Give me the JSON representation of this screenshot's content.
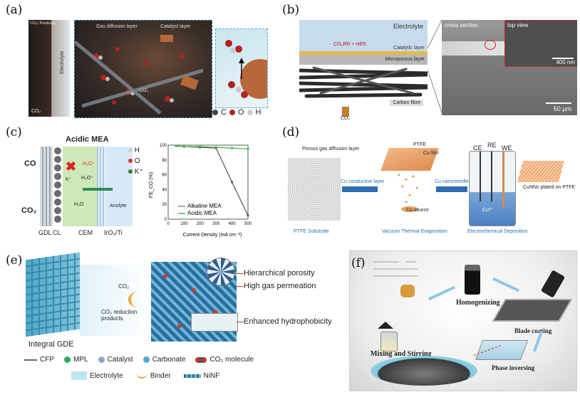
{
  "panels": {
    "a": {
      "label": "(a)",
      "co2_products": "CO₂/ Products",
      "electrolyte": "Electrolyte",
      "gas_diffusion_layer": "Gas diffusion layer",
      "catalyst_layer": "Catalyst layer",
      "co2_bottom": "CO₂",
      "co2_mid": "CO₂",
      "legend": [
        {
          "symbol": "C"
        },
        {
          "symbol": "O"
        },
        {
          "symbol": "H"
        }
      ]
    },
    "b": {
      "label": "(b)",
      "electrolyte": "Electrolyte",
      "reaction": "CO₂RR + HER",
      "catalytic_layer": "Catalytic layer",
      "microporous_layer": "Microporous layer",
      "carbon_fibre": "Carbon fibre",
      "co2": "CO₂",
      "cross_section": "cross section",
      "top_view": "top view",
      "scale_top": "400 nm",
      "scale_bottom": "50 μm"
    },
    "c": {
      "label": "(c)",
      "title": "Acidic MEA",
      "co": "CO",
      "co2": "CO₂",
      "k_plus": "K⁺",
      "h3o_plus_top": "H₃O⁺",
      "h3o_plus": "H₃O⁺",
      "h2o": "H₂O",
      "anolyte": "Anolyte",
      "gdl": "GDL",
      "cl": "CL",
      "cem": "CEM",
      "anode": "IrO₂/Ti",
      "legend_atoms": [
        {
          "symbol": "H"
        },
        {
          "symbol": "O"
        },
        {
          "symbol": "K⁺"
        }
      ]
    },
    "d": {
      "label": "(d)",
      "gdl": "Porous gas diffusion layer",
      "ptfe": "PTFE",
      "cu_film": "Cu film",
      "step1": "Cu conductive layer",
      "step2": "Cu nanoneedles",
      "cu_source": "Cu source",
      "ce": "CE",
      "re": "RE",
      "we": "WE",
      "cu2": "Cu²⁺",
      "cunn": "CuNNs plated on PTFE",
      "substrate": "PTFE Substrate",
      "evap": "Vacuum Thermal Evaporation",
      "depo": "Electrochemical Deposition"
    },
    "e": {
      "label": "(e)",
      "integral_gde": "Integral GDE",
      "co2": "CO₂",
      "products": "CO₂ reduction products",
      "feature1": "Hierarchical porosity",
      "feature2": "High gas permeation",
      "feature3": "Enhanced hydrophobicity",
      "legend": [
        {
          "label": "CFP"
        },
        {
          "label": "MPL"
        },
        {
          "label": "Catalyst"
        },
        {
          "label": "Carbonate"
        },
        {
          "label": "CO₂ molecule"
        },
        {
          "label": "Electrolyte"
        },
        {
          "label": "Binder"
        },
        {
          "label": "NiNF"
        }
      ]
    },
    "f": {
      "label": "(f)",
      "homogenizing": "Homogenizing",
      "mixing": "Mixing and Stirring",
      "blade": "Blade coating",
      "phase": "Phase inversing"
    }
  },
  "chart_data": {
    "type": "line",
    "xlabel": "Current Density (mA cm⁻²)",
    "ylabel": "FE_CO (%)",
    "xlim": [
      0,
      500
    ],
    "ylim": [
      0,
      100
    ],
    "xticks": [
      0,
      100,
      200,
      300,
      400,
      500
    ],
    "yticks": [
      0,
      20,
      40,
      60,
      80,
      100
    ],
    "legend_position": "center-right",
    "series": [
      {
        "name": "Alkaline MEA",
        "color": "#555555",
        "x": [
          50,
          100,
          200,
          300,
          400,
          500
        ],
        "y": [
          99,
          98,
          97,
          96,
          50,
          5
        ]
      },
      {
        "name": "Acidic MEA",
        "color": "#39b54a",
        "x": [
          50,
          100,
          200,
          300,
          400,
          500
        ],
        "y": [
          99,
          98,
          98,
          97,
          96,
          95
        ]
      }
    ]
  }
}
